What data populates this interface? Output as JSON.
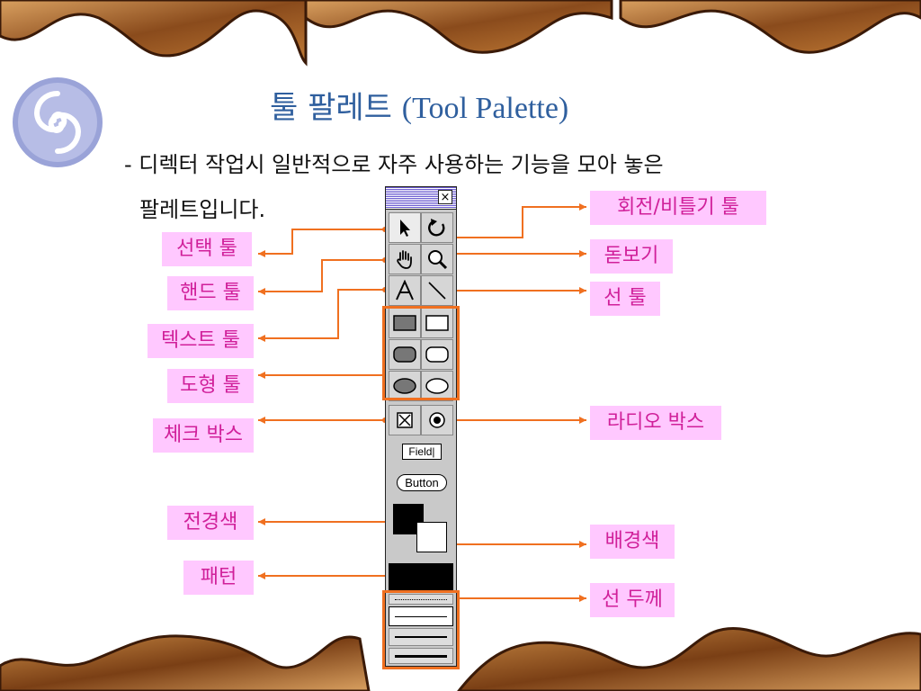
{
  "slide": {
    "title_korean": "툴 팔레트",
    "title_english": "(Tool Palette)",
    "description_line1": "- 디렉터 작업시 일반적으로 자주 사용하는 기능을 모아 놓은",
    "description_line2": "팔레트입니다."
  },
  "palette": {
    "close_glyph": "×",
    "field_widget_text": "Field|",
    "button_widget_text": "Button"
  },
  "labels": {
    "left": {
      "selection_tool": "선택 툴",
      "hand_tool": "핸드 툴",
      "text_tool": "텍스트 툴",
      "shape_tool": "도형 툴",
      "checkbox": "체크 박스",
      "foreground_color": "전경색",
      "pattern": "패턴"
    },
    "right": {
      "rotate_skew_tool": "회전/비틀기 툴",
      "magnifier": "돋보기",
      "line_tool": "선 툴",
      "radio_button": "라디오 박스",
      "background_color": "배경색",
      "line_width": "선 두께"
    }
  },
  "colors": {
    "title": "#2f5f9e",
    "label_background": "#ffc8ff",
    "label_text": "#d0209a",
    "leader_line": "#f07020",
    "palette_background": "#c9c9c9"
  },
  "icons": [
    "spiral-logo-icon",
    "arrow-icon",
    "rotate-icon",
    "hand-icon",
    "magnifier-icon",
    "letter-a-icon",
    "diagonal-line-icon",
    "checkbox-icon",
    "radio-icon"
  ]
}
